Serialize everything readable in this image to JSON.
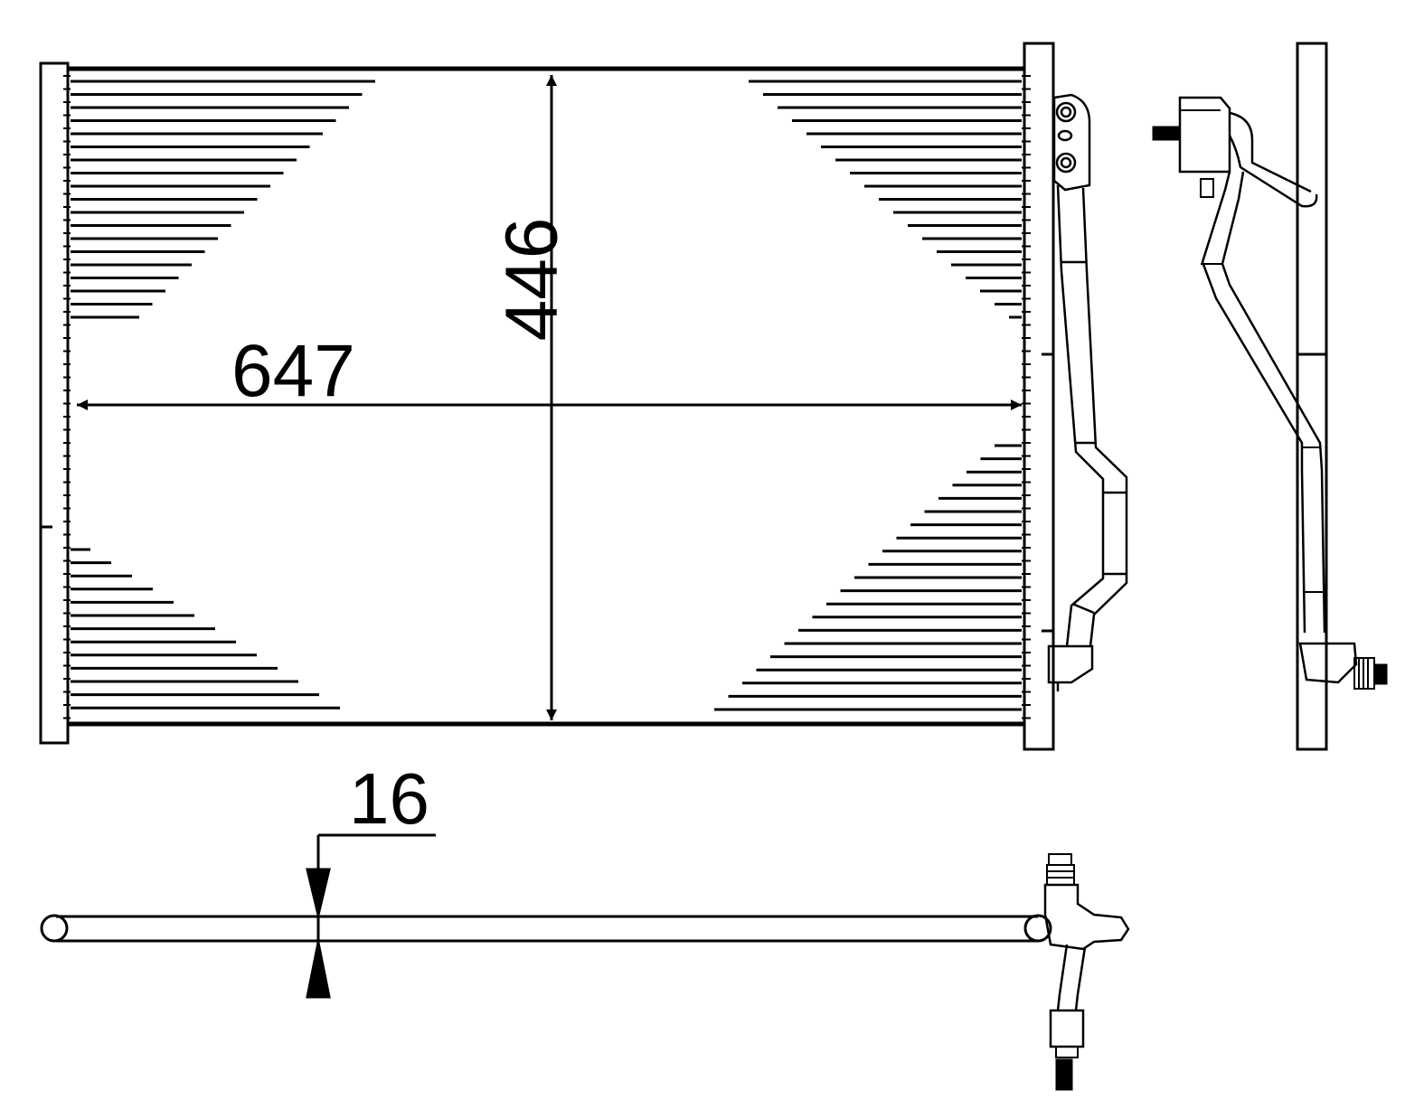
{
  "dimensions": {
    "width": "647",
    "height": "446",
    "thickness": "16"
  },
  "colors": {
    "line": "#000000",
    "background": "#ffffff"
  }
}
